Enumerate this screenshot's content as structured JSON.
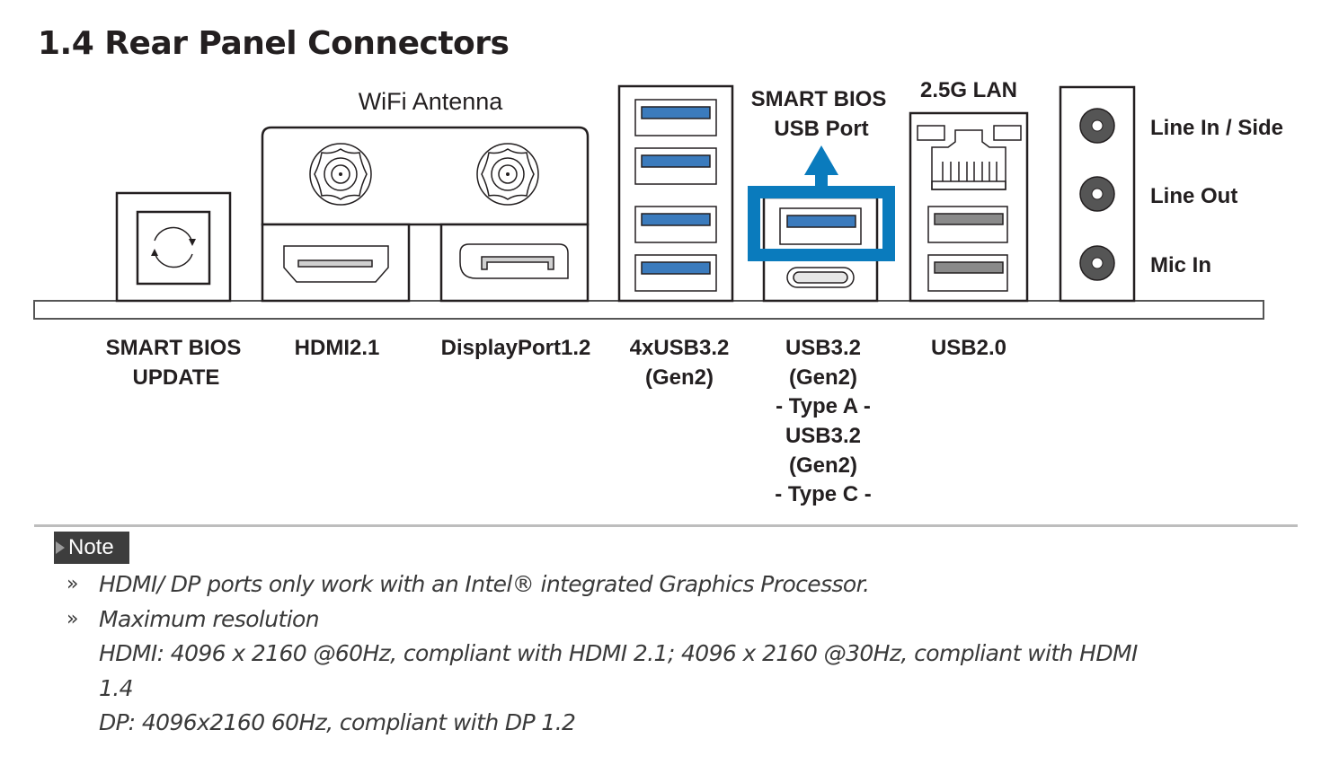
{
  "section": {
    "title": "1.4 Rear Panel Connectors"
  },
  "diagram": {
    "top_labels": {
      "wifi_antenna": "WiFi Antenna",
      "smart_bios_usb_port": [
        "SMART BIOS",
        "USB Port"
      ],
      "lan": "2.5G LAN"
    },
    "audio_labels": [
      "Line In / Side",
      "Line Out",
      "Mic In"
    ],
    "bottom_labels": {
      "smart_bios_update": [
        "SMART BIOS",
        "UPDATE"
      ],
      "hdmi": [
        "HDMI2.1"
      ],
      "displayport": [
        "DisplayPort1.2"
      ],
      "usb32_x4": [
        "4xUSB3.2",
        "(Gen2)"
      ],
      "usb32_typea_typec": [
        "USB3.2",
        "(Gen2)",
        "- Type A -",
        "USB3.2",
        "(Gen2)",
        "- Type C -"
      ],
      "usb20": [
        "USB2.0"
      ]
    },
    "colors": {
      "highlight": "#0a7bbd",
      "usb3_insert": "#3b7bbd",
      "usb2_insert": "#8a8a8a",
      "audio_jack": "#555555"
    }
  },
  "note": {
    "badge": "Note",
    "bullet_glyph": "»",
    "items": [
      {
        "lines": [
          "HDMI/ DP ports only work with an Intel® integrated Graphics Processor."
        ]
      },
      {
        "lines": [
          "Maximum resolution",
          "HDMI: 4096 x 2160 @60Hz, compliant with HDMI 2.1; 4096 x 2160 @30Hz, compliant with HDMI",
          "1.4",
          "DP: 4096x2160 60Hz, compliant with DP 1.2"
        ]
      }
    ]
  }
}
